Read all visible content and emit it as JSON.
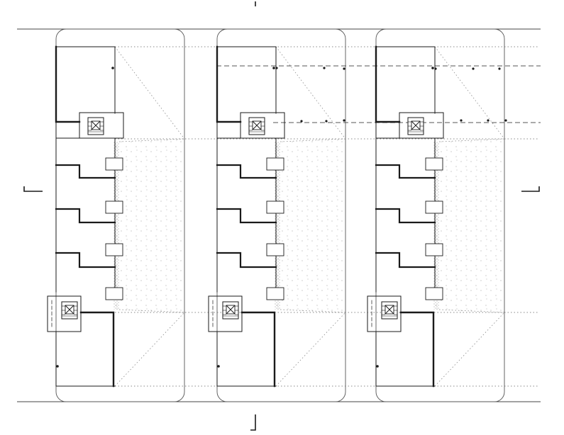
{
  "drawing": {
    "type": "architectural-floor-plan",
    "block_count": 3,
    "units_per_block": 6,
    "stair_cores_per_block": 2,
    "colors": {
      "background": "#ffffff",
      "line": "#1a1a1a",
      "thin_line": "#555555",
      "dotted_line": "#8a8a8a",
      "stipple": "#9a9a9a"
    }
  }
}
